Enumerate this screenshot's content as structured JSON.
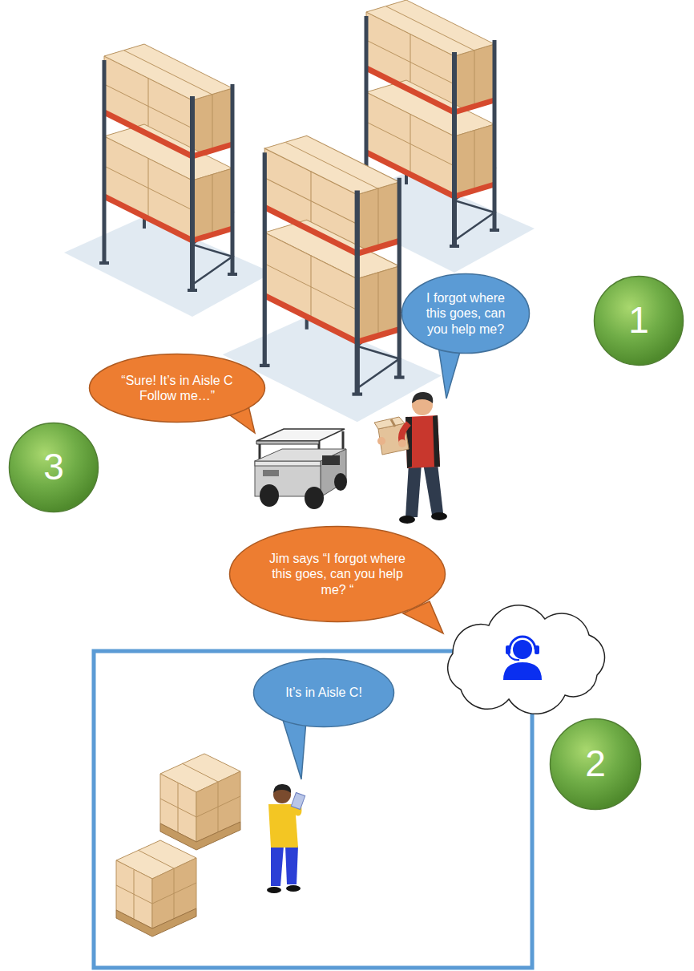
{
  "diagram": {
    "nodes": [
      {
        "text": [
          "I forgot where this goes, can you help me?"
        ]
      },
      {
        "text": [
          "1"
        ]
      },
      {
        "text": [
          "“Sure! It’s in Aisle C Follow me…”"
        ]
      },
      {
        "text": [
          "3"
        ]
      },
      {
        "text": [
          "Jim says “I forgot where this goes, can you help me? “"
        ]
      },
      {
        "text": [
          "It’s in Aisle C!"
        ]
      },
      {
        "text": [
          "2"
        ]
      }
    ]
  }
}
